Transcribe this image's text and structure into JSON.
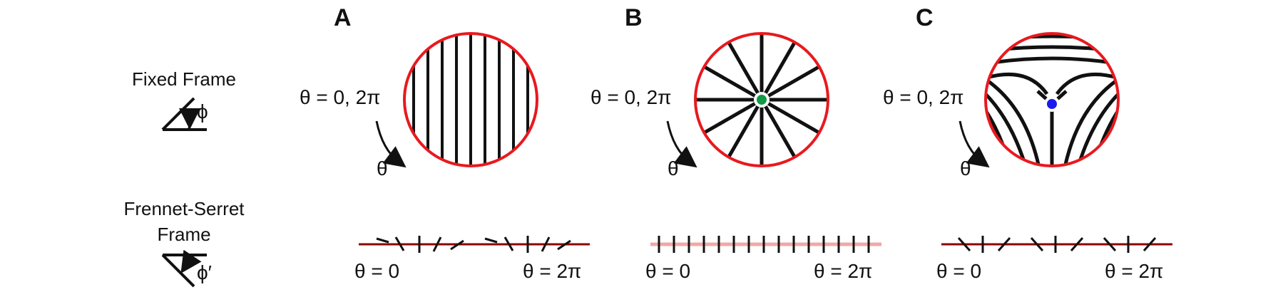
{
  "panels": [
    {
      "letter": "A",
      "theta_label": "θ = 0, 2π",
      "theta_hat": "θ̂",
      "bottom_left": "θ = 0",
      "bottom_right": "θ = 2π",
      "center_color": ""
    },
    {
      "letter": "B",
      "theta_label": "θ = 0, 2π",
      "theta_hat": "θ̂",
      "bottom_left": "θ = 0",
      "bottom_right": "θ = 2π",
      "center_color": "#119944"
    },
    {
      "letter": "C",
      "theta_label": "θ = 0, 2π",
      "theta_hat": "θ̂",
      "bottom_left": "θ = 0",
      "bottom_right": "θ = 2π",
      "center_color": "#1a1aee"
    }
  ],
  "row_labels": {
    "fixed_frame": "Fixed Frame",
    "fixed_frame_angle": "ϕ",
    "fs_frame_line1": "Frennet-Serret",
    "fs_frame_line2": "Frame",
    "fs_frame_angle": "ϕ′"
  },
  "colors": {
    "circle_border": "#e8191e",
    "strip_dark": "#8b0000",
    "strip_light": "#f4a6a6",
    "line": "#111111"
  }
}
